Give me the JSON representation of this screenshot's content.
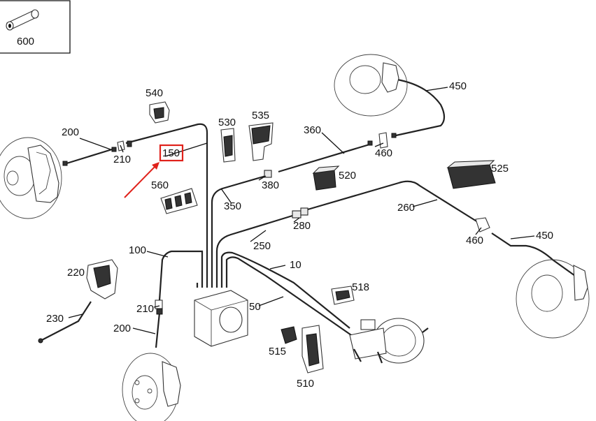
{
  "labels": {
    "p600": "600",
    "p540": "540",
    "p530": "530",
    "p535": "535",
    "p360": "360",
    "p450_top": "450",
    "p200_left": "200",
    "p210_left": "210",
    "p150": "150",
    "p560": "560",
    "p380": "380",
    "p460_top": "460",
    "p520": "520",
    "p525": "525",
    "p350": "350",
    "p260": "260",
    "p280": "280",
    "p460_right": "460",
    "p450_right": "450",
    "p250": "250",
    "p100": "100",
    "p10": "10",
    "p220": "220",
    "p518": "518",
    "p210_bottom": "210",
    "p50": "50",
    "p230": "230",
    "p200_bottom": "200",
    "p515": "515",
    "p510": "510"
  },
  "highlight": {
    "part": "150",
    "color": "#e0221b"
  }
}
